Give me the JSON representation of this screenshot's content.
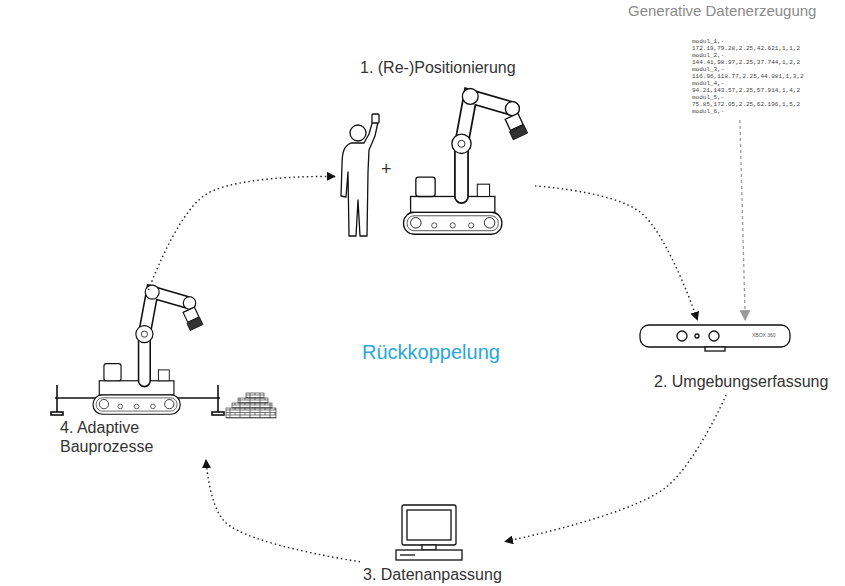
{
  "diagram": {
    "nodes": [
      {
        "text": [
          "1. (Re-)Positionierung"
        ]
      },
      {
        "text": [
          "2. Umgebungserfassung"
        ]
      },
      {
        "text": [
          "3. Datenanpassung"
        ]
      },
      {
        "text": [
          "4. Adaptive Bauprozesse"
        ]
      },
      {
        "text": [
          "Generative Datenerzeugung",
          "modul_1,- 172.19,79.28,2.25,42.621,1,1,2 modul_2,- 144.41,98.97,2.25,37.744,1,2,2 modul_3,- 116.96,118.77,2.25,44.081,1,3,2 modul_4,- 94.21,143.57,2.25,57.914,1,4,2 modul_5,- 75.85,172.05,2.25,62.196,1,5,2 modul_6,-"
        ]
      }
    ],
    "edges": [
      {
        "from": 0,
        "to": 1,
        "arrow": "to"
      },
      {
        "from": 4,
        "to": 1,
        "arrow": "to"
      },
      {
        "from": 1,
        "to": 2,
        "arrow": "to"
      },
      {
        "from": 2,
        "to": 3,
        "arrow": "to"
      },
      {
        "from": 3,
        "to": 0,
        "arrow": "to"
      }
    ],
    "labels": [
      "+",
      "Rückkoppelung",
      "XBOX 360"
    ]
  }
}
